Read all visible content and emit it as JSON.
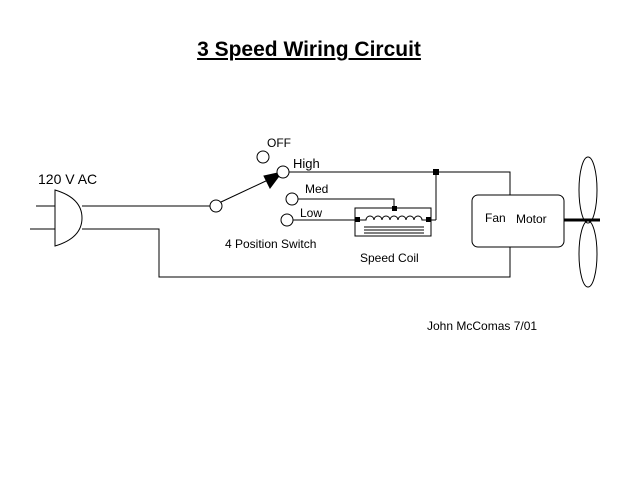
{
  "title": "3 Speed Wiring Circuit",
  "labels": {
    "source": "120 V AC",
    "off": "OFF",
    "high": "High",
    "med": "Med",
    "low": "Low",
    "switch": "4 Position Switch",
    "coil": "Speed Coil",
    "fan": "Fan",
    "motor": "Motor",
    "author": "John McComas 7/01"
  },
  "colors": {
    "line": "#000000",
    "background": "#ffffff"
  }
}
